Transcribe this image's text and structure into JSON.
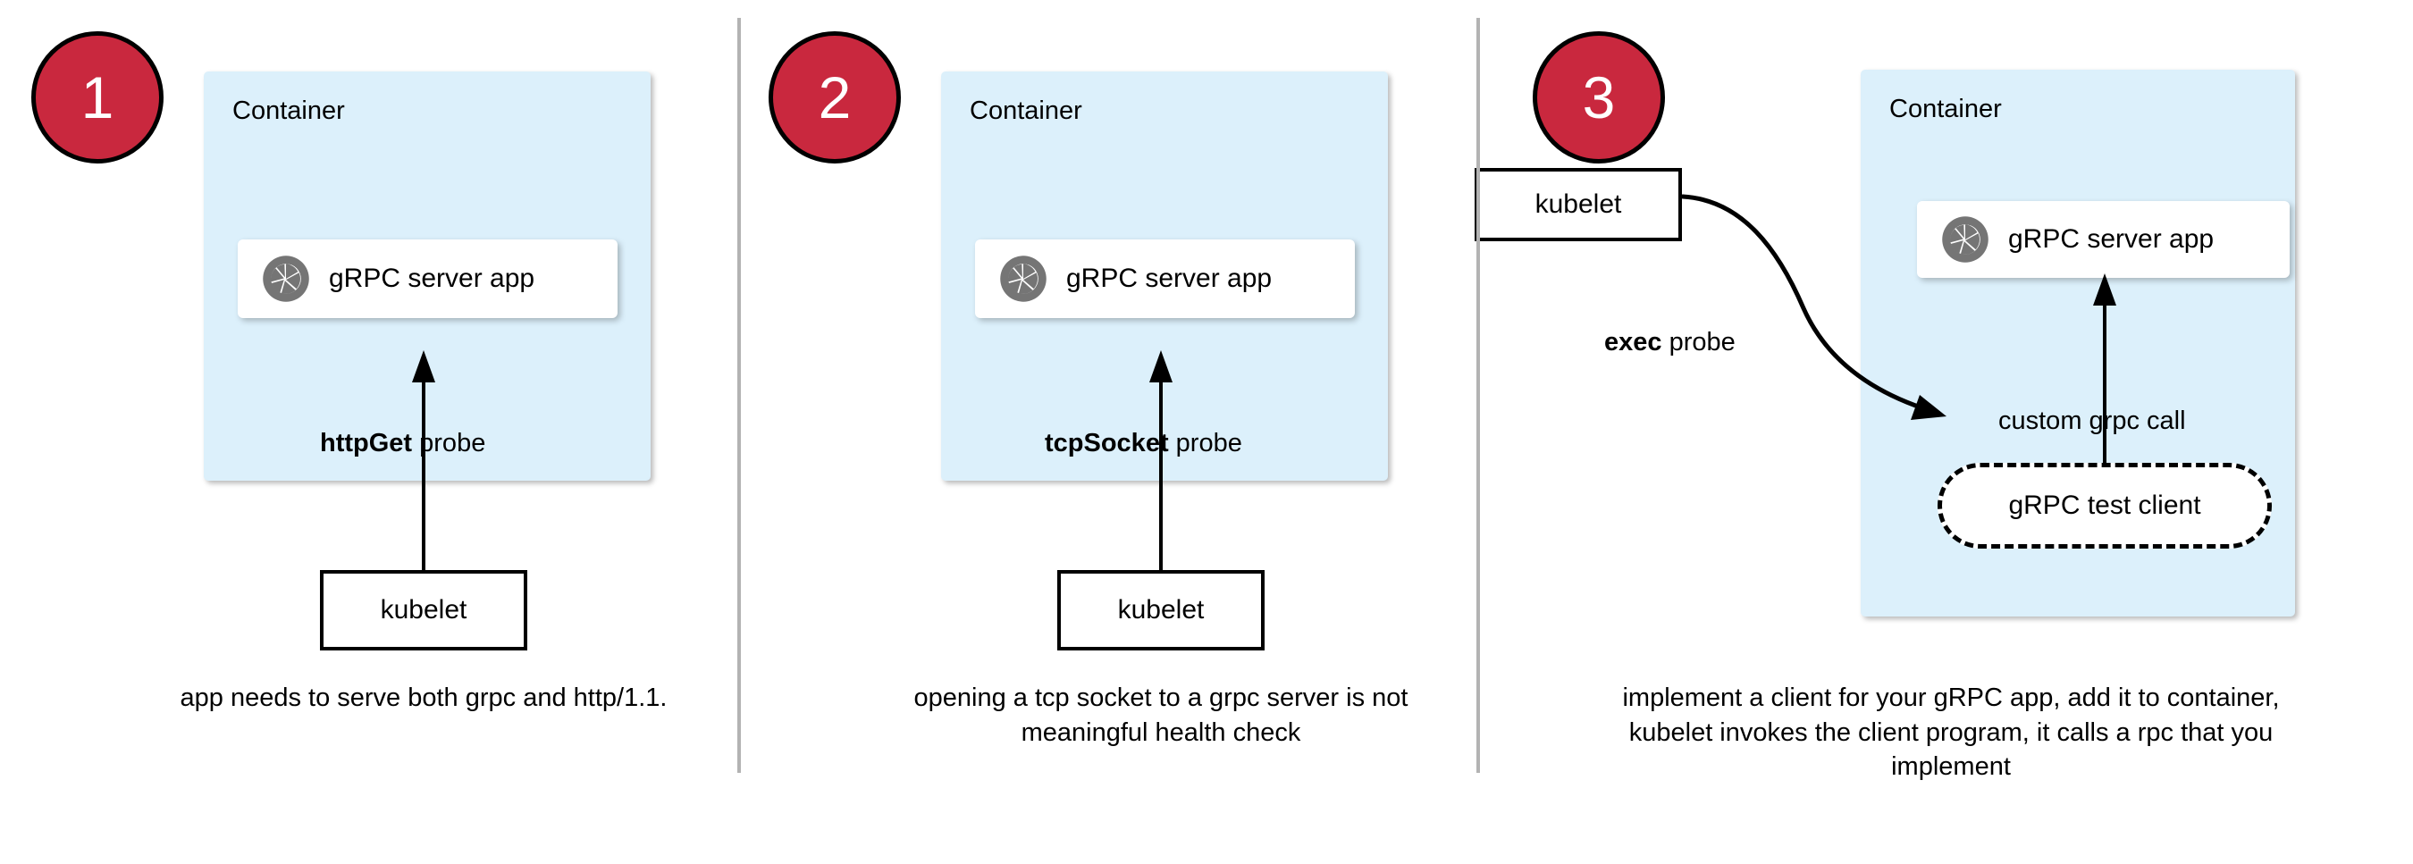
{
  "diagram": {
    "title": "gRPC health probe approaches",
    "colors": {
      "badge_fill": "#c9283e",
      "badge_stroke": "#000000",
      "badge_text": "#ffffff",
      "container_fill": "#dcf0fb",
      "card_fill": "#ffffff",
      "stroke": "#000000",
      "divider": "#b3b3b3",
      "icon_grey": "#757575"
    }
  },
  "panels": [
    {
      "number": "1",
      "container_label": "Container",
      "app_label": "gRPC server app",
      "app_icon": "grpc-aperture-icon",
      "probe_label_bold": "httpGet",
      "probe_label_rest": " probe",
      "kubelet_label": "kubelet",
      "caption": "app needs to serve both grpc and http/1.1."
    },
    {
      "number": "2",
      "container_label": "Container",
      "app_label": "gRPC server app",
      "app_icon": "grpc-aperture-icon",
      "probe_label_bold": "tcpSocket",
      "probe_label_rest": " probe",
      "kubelet_label": "kubelet",
      "caption": "opening a tcp socket to a grpc server is not meaningful health check"
    },
    {
      "number": "3",
      "container_label": "Container",
      "app_label": "gRPC server app",
      "app_icon": "grpc-aperture-icon",
      "probe_label_bold": "exec",
      "probe_label_rest": " probe",
      "call_label": "custom grpc call",
      "client_label": "gRPC test client",
      "kubelet_label": "kubelet",
      "caption": "implement a client for your gRPC app, add it to container, kubelet invokes the client program, it calls a rpc that you implement"
    }
  ]
}
